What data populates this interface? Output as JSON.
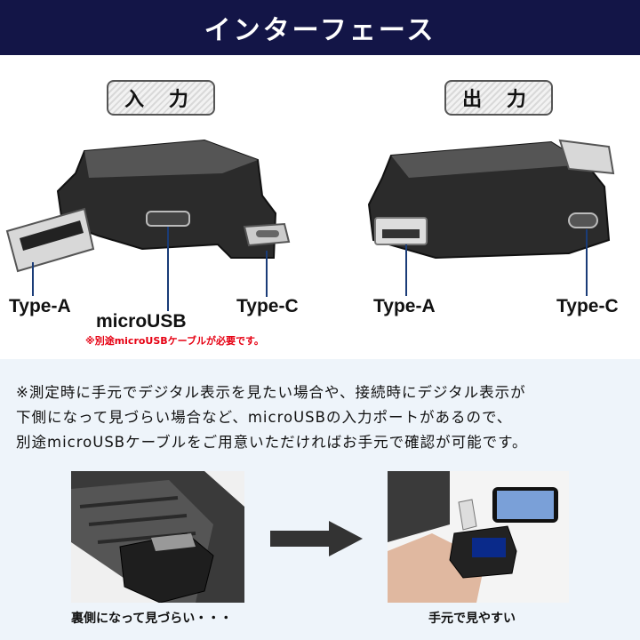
{
  "header": {
    "title": "インターフェース"
  },
  "input_section": {
    "label": "入 力",
    "type_a": "Type-A",
    "micro_usb": "microUSB",
    "type_c": "Type-C",
    "note": "※別途microUSBケーブルが必要です。"
  },
  "output_section": {
    "label": "出 力",
    "type_a": "Type-A",
    "type_c": "Type-C"
  },
  "note": {
    "lines": [
      "※測定時に手元でデジタル表示を見たい場合や、接続時にデジタル表示が",
      "下側になって見づらい場合など、microUSBの入力ポートがあるので、",
      "別途microUSBケーブルをご用意いただければお手元で確認が可能です。"
    ]
  },
  "comparison": {
    "left_caption": "裏側になって見づらい・・・",
    "right_caption": "手元で見やすい"
  },
  "colors": {
    "header_bg": "#131547",
    "note_red": "#e60012",
    "leader_line": "#1a3c78",
    "note_bg": "#eef4fa"
  }
}
